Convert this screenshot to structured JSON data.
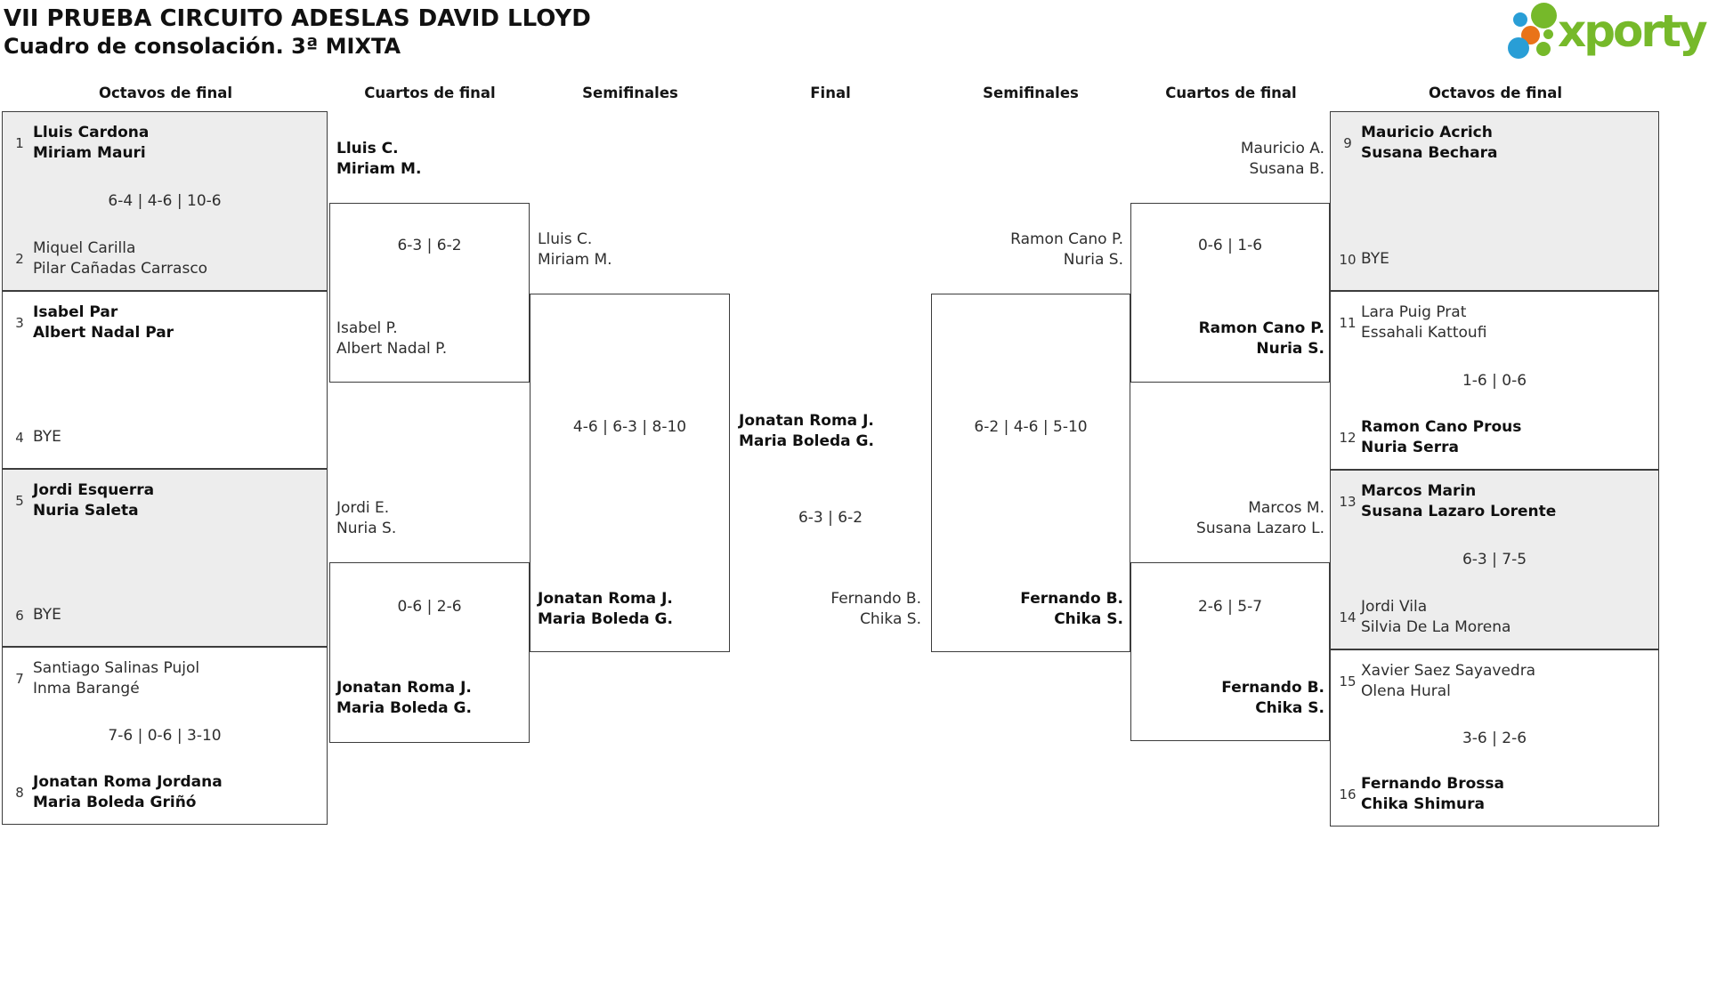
{
  "header": {
    "title": "VII PRUEBA CIRCUITO ADESLAS DAVID LLOYD",
    "subtitle": "Cuadro de consolación. 3ª MIXTA",
    "logo_text": "xporty",
    "logo_colors": {
      "green": "#76b92a",
      "blue": "#299ed6",
      "orange": "#e97318"
    }
  },
  "rounds": [
    "Octavos de final",
    "Cuartos de final",
    "Semifinales",
    "Final",
    "Semifinales",
    "Cuartos de final",
    "Octavos de final"
  ],
  "r16": [
    {
      "s1": "1",
      "t1": [
        "Lluis Cardona",
        "Miriam Mauri"
      ],
      "score": "6-4 | 4-6 | 10-6",
      "s2": "2",
      "t2": [
        "Miquel Carilla",
        "Pilar Cañadas Carrasco"
      ],
      "winner": "team1"
    },
    {
      "s1": "3",
      "t1": [
        "Isabel Par",
        "Albert Nadal Par"
      ],
      "score": "",
      "s2": "4",
      "t2": [
        "BYE"
      ],
      "winner": "team1"
    },
    {
      "s1": "5",
      "t1": [
        "Jordi Esquerra",
        "Nuria Saleta"
      ],
      "score": "",
      "s2": "6",
      "t2": [
        "BYE"
      ],
      "winner": "team1"
    },
    {
      "s1": "7",
      "t1": [
        "Santiago Salinas Pujol",
        "Inma Barangé"
      ],
      "score": "7-6 | 0-6 | 3-10",
      "s2": "8",
      "t2": [
        "Jonatan Roma Jordana",
        "Maria Boleda Griñó"
      ],
      "winner": "team2"
    },
    {
      "s1": "9",
      "t1": [
        "Mauricio Acrich",
        "Susana Bechara"
      ],
      "score": "",
      "s2": "10",
      "t2": [
        "BYE"
      ],
      "winner": "team1"
    },
    {
      "s1": "11",
      "t1": [
        "Lara Puig Prat",
        "Essahali Kattoufi"
      ],
      "score": "1-6 | 0-6",
      "s2": "12",
      "t2": [
        "Ramon Cano Prous",
        "Nuria Serra"
      ],
      "winner": "team2"
    },
    {
      "s1": "13",
      "t1": [
        "Marcos Marin",
        "Susana Lazaro Lorente"
      ],
      "score": "6-3 | 7-5",
      "s2": "14",
      "t2": [
        "Jordi Vila",
        "Silvia De La Morena"
      ],
      "winner": "team1"
    },
    {
      "s1": "15",
      "t1": [
        "Xavier Saez Sayavedra",
        "Olena Hural"
      ],
      "score": "3-6 | 2-6",
      "s2": "16",
      "t2": [
        "Fernando Brossa",
        "Chika Shimura"
      ],
      "winner": "team2"
    }
  ],
  "qf": [
    {
      "t1": [
        "Lluis C.",
        "Miriam M."
      ],
      "score": "6-3 | 6-2",
      "t2": [
        "Isabel P.",
        "Albert Nadal P."
      ],
      "winner": "team1"
    },
    {
      "t1": [
        "Jordi E.",
        "Nuria S."
      ],
      "score": "0-6 | 2-6",
      "t2": [
        "Jonatan Roma J.",
        "Maria Boleda G."
      ],
      "winner": "team2"
    },
    {
      "t1": [
        "Mauricio A.",
        "Susana B."
      ],
      "score": "0-6 | 1-6",
      "t2": [
        "Ramon Cano P.",
        "Nuria S."
      ],
      "winner": "team2"
    },
    {
      "t1": [
        "Marcos M.",
        "Susana Lazaro L."
      ],
      "score": "2-6 | 5-7",
      "t2": [
        "Fernando B.",
        "Chika S."
      ],
      "winner": "team2"
    }
  ],
  "sf": [
    {
      "t1": [
        "Lluis C.",
        "Miriam M."
      ],
      "score": "4-6 | 6-3 | 8-10",
      "t2": [
        "Jonatan Roma J.",
        "Maria Boleda G."
      ],
      "winner": "team2"
    },
    {
      "t1": [
        "Ramon Cano P.",
        "Nuria S."
      ],
      "score": "6-2 | 4-6 | 5-10",
      "t2": [
        "Fernando B.",
        "Chika S."
      ],
      "winner": "team2"
    }
  ],
  "final": {
    "t1": [
      "Jonatan Roma J.",
      "Maria Boleda G."
    ],
    "score": "6-3 | 6-2",
    "t2": [
      "Fernando B.",
      "Chika S."
    ],
    "winner": "team1"
  }
}
